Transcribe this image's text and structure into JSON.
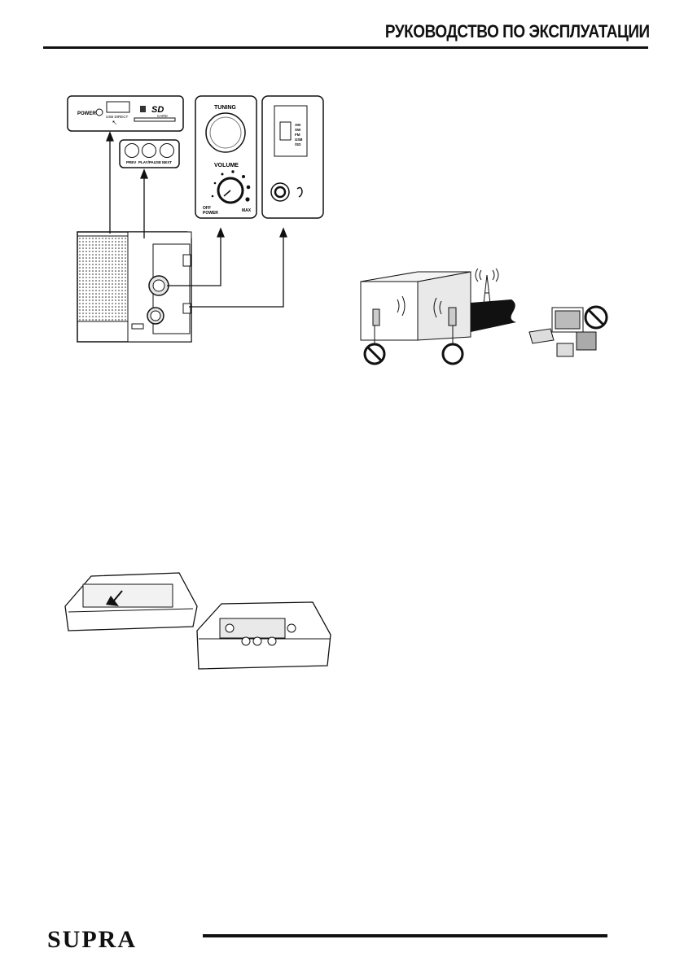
{
  "header": {
    "title": "РУКОВОДСТВО ПО ЭКСПЛУАТАЦИИ"
  },
  "footer": {
    "brand": "SUPRA"
  },
  "radio_panels": {
    "top_panel": {
      "power": "POWER",
      "usb_direct": "USB DIRECT",
      "sd": "SD",
      "card": "CARD"
    },
    "buttons": {
      "prev": "PREV",
      "play_pause": "PLAY/PAUSE",
      "next": "NEXT"
    },
    "knobs": {
      "tuning": "TUNING",
      "volume": "VOLUME",
      "off_power": [
        "OFF",
        "POWER"
      ],
      "max": "MAX"
    },
    "band_switch": [
      "AM",
      "SW",
      "FM",
      "USB",
      "/SD"
    ]
  }
}
